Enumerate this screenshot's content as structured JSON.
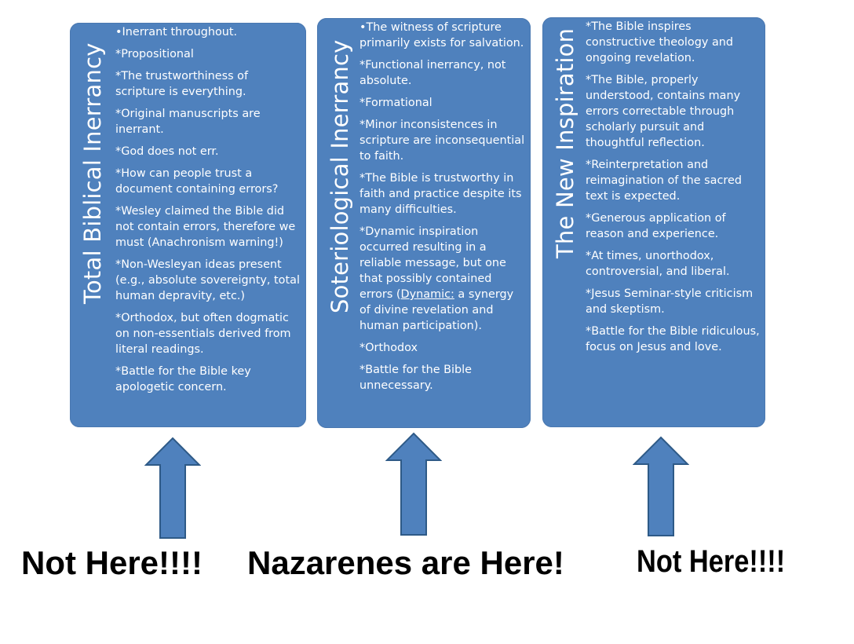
{
  "colors": {
    "panel": "#4f81bd",
    "arrow_fill": "#4f81bd",
    "arrow_stroke": "#2e5a87",
    "caption": "#000000"
  },
  "panels": [
    {
      "title": "Total Biblical Inerrancy",
      "bullets": [
        "•Inerrant throughout.",
        "*Propositional",
        "*The trustworthiness of scripture is everything.",
        "*Original manuscripts are inerrant.",
        "*God does not err.",
        "*How can people trust a document containing errors?",
        "*Wesley claimed the Bible did not contain errors, therefore we must (Anachronism warning!)",
        "*Non-Wesleyan ideas  present (e.g., absolute sovereignty, total human depravity, etc.)",
        "*Orthodox, but often dogmatic on non-essentials derived from literal readings.",
        "*Battle for the Bible key apologetic concern."
      ]
    },
    {
      "title": "Soteriological Inerrancy",
      "bullets": [
        "•The witness of scripture primarily exists for salvation.",
        "*Functional inerrancy, not absolute.",
        "*Formational",
        "*Minor inconsistences  in scripture are inconsequential to faith.",
        "*The Bible is trustworthy in faith and practice despite its many difficulties.",
        {
          "pre": "*Dynamic inspiration occurred resulting in a reliable message, but one that possibly contained errors (",
          "term": "Dynamic:",
          "post": " a synergy of divine revelation and human participation)."
        },
        "*Orthodox",
        "*Battle for the Bible unnecessary."
      ]
    },
    {
      "title": "The New Inspiration",
      "bullets": [
        "*The Bible inspires constructive theology and ongoing revelation.",
        "*The Bible, properly understood, contains many errors correctable through scholarly pursuit and thoughtful reflection.",
        "*Reinterpretation and reimagination of the sacred text is expected.",
        "*Generous application of reason and experience.",
        "*At times, unorthodox, controversial, and liberal.",
        "*Jesus Seminar-style criticism and skeptism.",
        "*Battle for the Bible ridiculous, focus on Jesus and love."
      ]
    }
  ],
  "captions": [
    "Not Here!!!!",
    "Nazarenes are Here!",
    "Not Here!!!!"
  ]
}
